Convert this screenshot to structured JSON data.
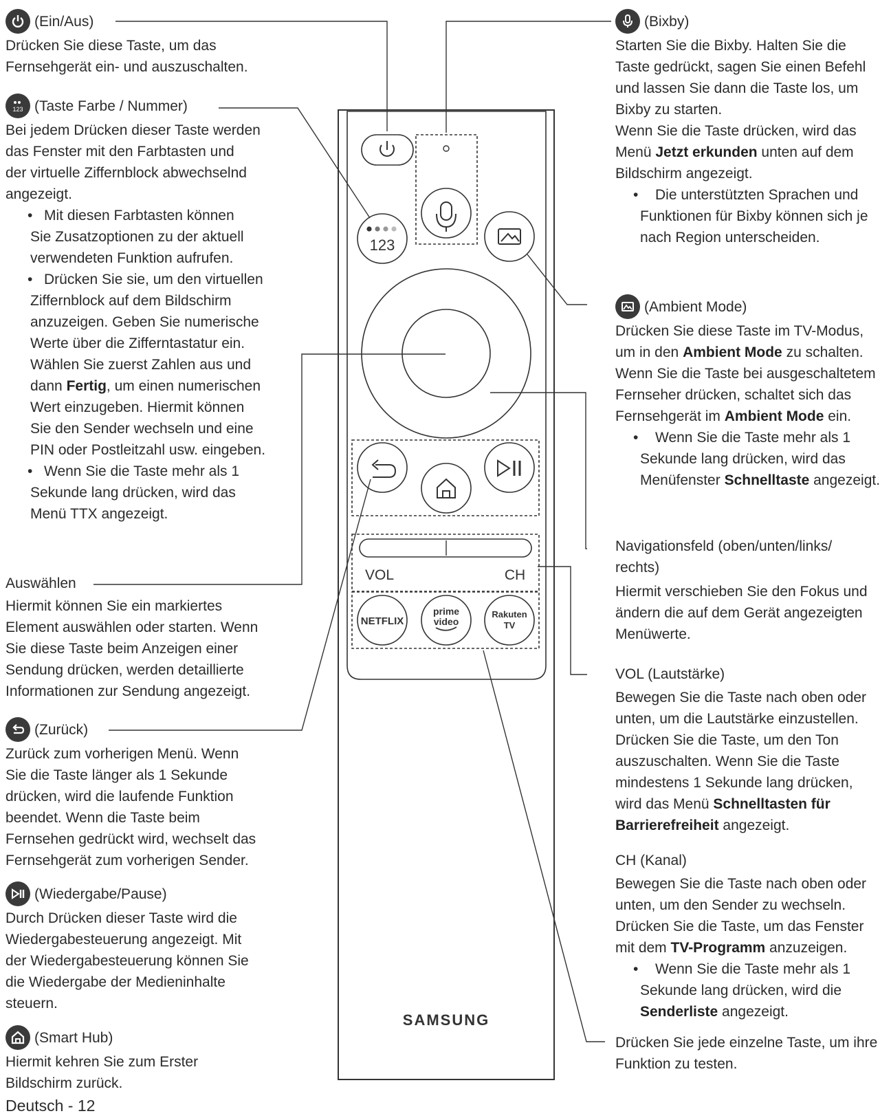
{
  "power": {
    "title": "(Ein/Aus)",
    "lines": [
      "Drücken Sie diese Taste, um das",
      "Fernsehgerät ein- und auszuschalten."
    ]
  },
  "color_number": {
    "title": "(Taste Farbe / Nummer)",
    "lines": [
      "Bei jedem Drücken dieser Taste werden",
      "das Fenster mit den Farbtasten und",
      "der virtuelle Ziffernblock abwechselnd",
      "angezeigt."
    ],
    "bullet1": [
      "Mit diesen Farbtasten können",
      "Sie Zusatzoptionen zu der aktuell",
      "verwendeten Funktion aufrufen."
    ],
    "bullet2": [
      "Drücken Sie sie, um den virtuellen",
      "Ziffernblock auf dem Bildschirm",
      "anzuzeigen. Geben Sie numerische",
      "Werte über die Zifferntastatur ein.",
      "Wählen Sie zuerst Zahlen aus und"
    ],
    "bullet2_pre": "dann ",
    "bullet2_bold": "Fertig",
    "bullet2_post": ", um einen numerischen",
    "bullet2_end": [
      "Wert einzugeben. Hiermit können",
      "Sie den Sender wechseln und eine",
      "PIN oder Postleitzahl usw. eingeben."
    ],
    "bullet3": [
      "Wenn Sie die Taste mehr als 1",
      "Sekunde lang drücken, wird das",
      "Menü TTX angezeigt."
    ]
  },
  "select": {
    "title": "Auswählen",
    "lines": [
      "Hiermit können Sie ein markiertes",
      "Element auswählen oder starten. Wenn",
      "Sie diese Taste beim Anzeigen einer",
      "Sendung drücken, werden detaillierte",
      "Informationen zur Sendung angezeigt."
    ]
  },
  "back": {
    "title": "(Zurück)",
    "lines": [
      "Zurück zum vorherigen Menü. Wenn",
      "Sie die Taste länger als 1 Sekunde",
      "drücken, wird die laufende Funktion",
      "beendet. Wenn die Taste beim",
      "Fernsehen gedrückt wird, wechselt das",
      "Fernsehgerät zum vorherigen Sender."
    ]
  },
  "play": {
    "title": "(Wiedergabe/Pause)",
    "lines": [
      "Durch Drücken dieser Taste wird die",
      "Wiedergabesteuerung angezeigt. Mit",
      "der Wiedergabesteuerung können Sie",
      "die Wiedergabe der Medieninhalte",
      "steuern."
    ]
  },
  "smart_hub": {
    "title": "(Smart Hub)",
    "lines": [
      "Hiermit kehren Sie zum Erster",
      "Bildschirm zurück."
    ]
  },
  "footer": "Deutsch - 12",
  "bixby": {
    "title": "(Bixby)",
    "lines": [
      "Starten Sie die Bixby. Halten Sie die",
      "Taste gedrückt, sagen Sie einen Befehl",
      "und lassen Sie dann die Taste los, um",
      "Bixby zu starten.",
      "Wenn Sie die Taste drücken, wird das"
    ],
    "l6_pre": "Menü ",
    "l6_bold": "Jetzt erkunden",
    "l6_post": " unten auf dem",
    "l7": "Bildschirm angezeigt.",
    "bullet": [
      "Die unterstützten Sprachen und",
      "Funktionen für Bixby können sich je",
      "nach Region unterscheiden."
    ]
  },
  "ambient": {
    "title": "(Ambient Mode)",
    "l1": "Drücken Sie diese Taste im TV-Modus,",
    "l2_pre": "um in den ",
    "l2_bold": "Ambient Mode",
    "l2_post": " zu schalten.",
    "l3": "Wenn Sie die Taste bei ausgeschaltetem",
    "l4": "Fernseher drücken, schaltet sich das",
    "l5_pre": "Fernsehgerät im ",
    "l5_bold": "Ambient Mode",
    "l5_post": " ein.",
    "b1": "Wenn Sie die Taste mehr als 1",
    "b2": "Sekunde lang drücken, wird das",
    "b3_pre": "Menüfenster ",
    "b3_bold": "Schnelltaste",
    "b3_post": " angezeigt."
  },
  "nav": {
    "title": [
      "Navigationsfeld (oben/unten/links/",
      "rechts)"
    ],
    "lines": [
      "Hiermit verschieben Sie den Fokus und",
      "ändern die auf dem Gerät angezeigten",
      "Menüwerte."
    ]
  },
  "vol": {
    "title": "VOL (Lautstärke)",
    "lines": [
      "Bewegen Sie die Taste nach oben oder",
      "unten, um die Lautstärke einzustellen.",
      "Drücken Sie die Taste, um den Ton",
      "auszuschalten. Wenn Sie die Taste",
      "mindestens 1 Sekunde lang drücken,"
    ],
    "l6_pre": "wird das Menü ",
    "l6_bold": "Schnelltasten für",
    "l7_bold": "Barrierefreiheit",
    "l7_post": " angezeigt."
  },
  "ch": {
    "title": "CH (Kanal)",
    "lines": [
      "Bewegen Sie die Taste nach oben oder",
      "unten, um den Sender zu wechseln.",
      "Drücken Sie die Taste, um das Fenster"
    ],
    "l4_pre": "mit dem ",
    "l4_bold": "TV-Programm",
    "l4_post": " anzuzeigen.",
    "b1": "Wenn Sie die Taste mehr als 1",
    "b2": "Sekunde lang drücken, wird die",
    "b3_bold": "Senderliste",
    "b3_post": " angezeigt."
  },
  "apps": {
    "lines": [
      "Drücken Sie jede einzelne Taste, um ihre",
      "Funktion zu testen."
    ]
  },
  "remote": {
    "num_label": "123",
    "vol_label": "VOL",
    "ch_label": "CH",
    "netflix_label": "NETFLIX",
    "prime_l1": "prime",
    "prime_l2": "video",
    "rakuten_l1": "Rakuten",
    "rakuten_l2": "TV",
    "brand": "SAMSUNG"
  },
  "icons": [
    "power-icon",
    "color-number-icon",
    "back-icon",
    "play-pause-icon",
    "home-icon",
    "mic-icon",
    "ambient-icon"
  ]
}
